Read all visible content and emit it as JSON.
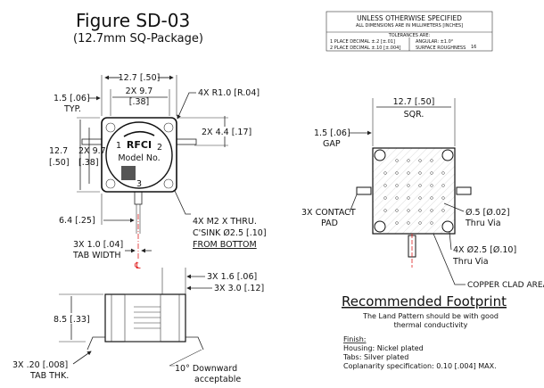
{
  "title": "Figure SD-03",
  "subtitle": "(12.7mm SQ-Package)",
  "tolerance_box": {
    "heading": "UNLESS OTHERWISE SPECIFIED",
    "units": "ALL DIMENSIONS ARE IN MILLIMETERS [INCHES]",
    "tol_label": "TOLERANCES ARE:",
    "row1_left": "1 PLACE DECIMAL   ±.2  [±.01]",
    "row2_left": "2 PLACE DECIMAL   ±.10 [±.004]",
    "row1_right": "ANGULAR:  ±1.0°",
    "row2_right": "SURFACE ROUGHNESS",
    "roughness": "16"
  },
  "top_view": {
    "width": "12.7 [.50]",
    "pitch_x_a": "2X 9.7",
    "pitch_x_b": "[.38]",
    "tab_len_a": "1.5 [.06]",
    "tab_len_b": "TYP.",
    "radius": "4X R1.0 [R.04]",
    "tab_offset": "2X 4.4 [.17]",
    "height_a": "12.7",
    "height_b": "[.50]",
    "pitch_y_a": "2X 9.7",
    "pitch_y_b": "[.38]",
    "port1": "1",
    "port2": "2",
    "port3": "3",
    "brand": "RFCI",
    "model": "Model No.",
    "tab3_offset": "6.4 [.25]",
    "holes_a": "4X M2 X THRU.",
    "holes_b": "C'SINK Ø2.5 [.10]",
    "holes_c": "FROM BOTTOM",
    "tab_width_a": "3X 1.0 [.04]",
    "tab_width_b": "TAB WIDTH",
    "centerline": "℄"
  },
  "side_view": {
    "dim_a": "3X 1.6 [.06]",
    "dim_b": "3X 3.0 [.12]",
    "height": "8.5 [.33]",
    "tab_thk_a": "3X .20 [.008]",
    "tab_thk_b": "TAB THK.",
    "bend_a": "10° Downward",
    "bend_b": "acceptable"
  },
  "footprint": {
    "width_a": "12.7 [.50]",
    "width_b": "SQR.",
    "gap_a": "1.5 [.06]",
    "gap_b": "GAP",
    "pad_a": "3X CONTACT",
    "pad_b": "PAD",
    "via_small_a": "Ø.5 [Ø.02]",
    "via_small_b": "Thru Via",
    "via_large_a": "4X Ø2.5 [Ø.10]",
    "via_large_b": "Thru Via",
    "copper": "COPPER CLAD AREA",
    "heading": "Recommended Footprint",
    "note_a": "The Land Pattern should be with good",
    "note_b": "thermal conductivity"
  },
  "finish": {
    "label": "Finish:",
    "housing": "Housing: Nickel plated",
    "tabs": "Tabs: Silver plated",
    "coplanarity": "Coplanarity specification: 0.10 [.004] MAX."
  },
  "colors": {
    "centerline": "#e02020",
    "hatch": "#bbbbbb"
  }
}
